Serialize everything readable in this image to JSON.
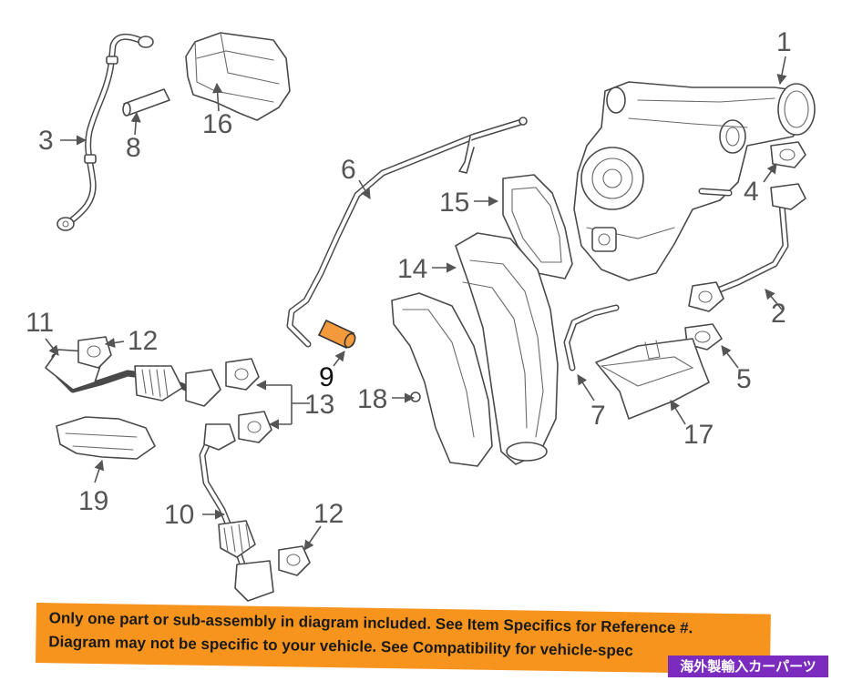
{
  "diagram": {
    "callouts": [
      {
        "id": "1",
        "text": "1"
      },
      {
        "id": "2",
        "text": "2"
      },
      {
        "id": "3",
        "text": "3"
      },
      {
        "id": "4",
        "text": "4"
      },
      {
        "id": "5",
        "text": "5"
      },
      {
        "id": "6",
        "text": "6"
      },
      {
        "id": "7",
        "text": "7"
      },
      {
        "id": "8",
        "text": "8"
      },
      {
        "id": "9",
        "text": "9"
      },
      {
        "id": "10",
        "text": "10"
      },
      {
        "id": "11",
        "text": "11"
      },
      {
        "id": "12a",
        "text": "12"
      },
      {
        "id": "12b",
        "text": "12"
      },
      {
        "id": "13",
        "text": "13"
      },
      {
        "id": "14",
        "text": "14"
      },
      {
        "id": "15",
        "text": "15"
      },
      {
        "id": "16",
        "text": "16"
      },
      {
        "id": "17",
        "text": "17"
      },
      {
        "id": "18",
        "text": "18"
      },
      {
        "id": "19",
        "text": "19"
      }
    ],
    "highlighted_part": "9",
    "highlight_color": "#f39a3c",
    "line_color": "#4a4a4a"
  },
  "banner": {
    "line1": "Only one part or sub-assembly in diagram included. See Item Specifics for Reference #.",
    "line2": "Diagram may not be specific to your vehicle. See Compatibility for vehicle-spec",
    "color": "#f7941d"
  },
  "watermark": {
    "text": "海外製輸入カーパーツ",
    "color": "#7b2cbf"
  }
}
